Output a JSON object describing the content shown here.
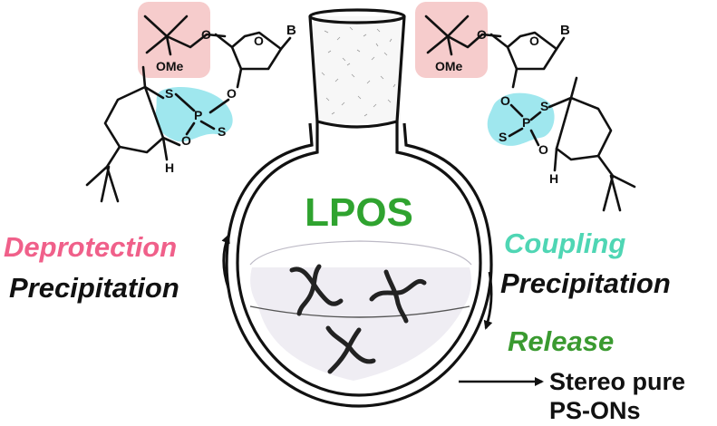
{
  "center_label": "LPOS",
  "steps": {
    "left_top": "Deprotection",
    "left_bottom": "Precipitation",
    "right_top": "Coupling",
    "right_bottom": "Precipitation",
    "release": "Release"
  },
  "output": {
    "line1": "Stereo pure",
    "line2": "PS-ONs"
  },
  "atoms": {
    "base": "B",
    "methoxy": "OMe",
    "oxygen": "O",
    "sulfur": "S",
    "phosphorus": "P",
    "hydrogen": "H"
  },
  "colors": {
    "lpos_green": "#2fa32f",
    "deprotection_pink": "#f0608a",
    "coupling_teal": "#4fd6b4",
    "release_green": "#3a9a30",
    "protecting_group_highlight": "#f6cccc",
    "oxathiaphospholane_highlight": "#9fe7ee",
    "solution": "#efedf3"
  }
}
